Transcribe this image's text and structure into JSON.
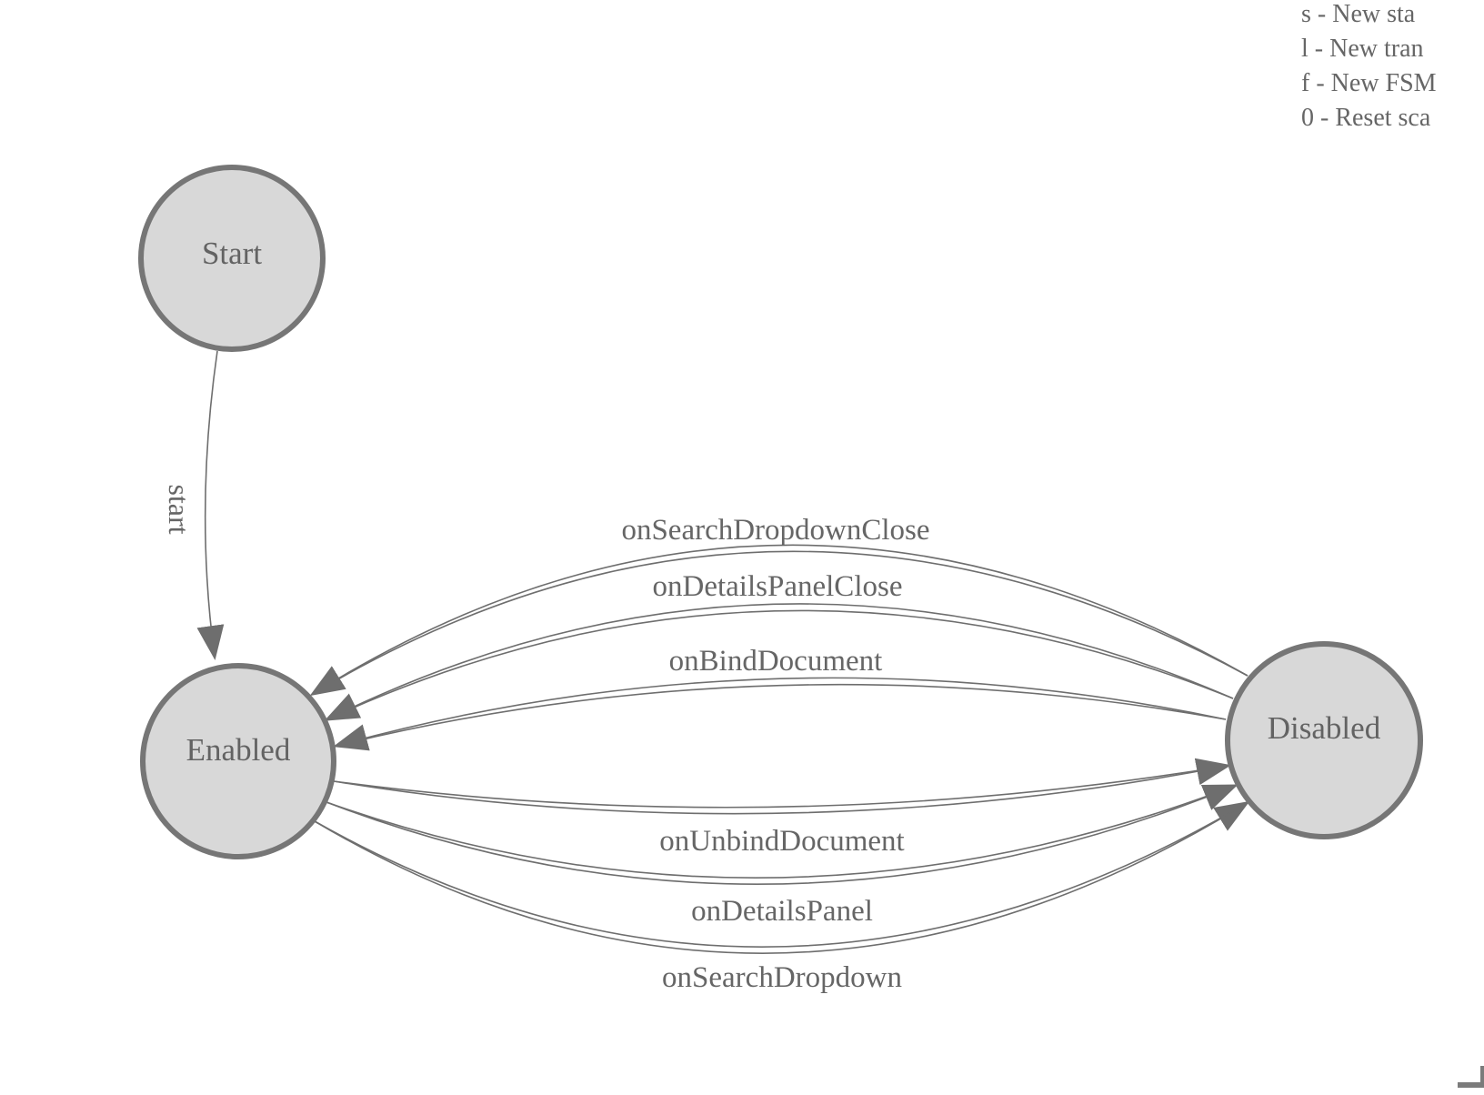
{
  "diagram": {
    "states": [
      {
        "id": "start",
        "label": "Start"
      },
      {
        "id": "enabled",
        "label": "Enabled"
      },
      {
        "id": "disabled",
        "label": "Disabled"
      }
    ],
    "transitions": [
      {
        "label": "start",
        "from": "Start",
        "to": "Enabled"
      },
      {
        "label": "onSearchDropdownClose",
        "from": "Disabled",
        "to": "Enabled"
      },
      {
        "label": "onDetailsPanelClose",
        "from": "Disabled",
        "to": "Enabled"
      },
      {
        "label": "onBindDocument",
        "from": "Disabled",
        "to": "Enabled"
      },
      {
        "label": "onUnbindDocument",
        "from": "Enabled",
        "to": "Disabled"
      },
      {
        "label": "onDetailsPanel",
        "from": "Enabled",
        "to": "Disabled"
      },
      {
        "label": "onSearchDropdown",
        "from": "Enabled",
        "to": "Disabled"
      }
    ]
  },
  "legend": {
    "lines": [
      "s - New sta",
      "l - New tran",
      "f - New FSM",
      "0 - Reset sca"
    ]
  },
  "colors": {
    "state_fill": "#d8d8d8",
    "state_stroke": "#767676",
    "edge_stroke": "#6e6e6e",
    "label_text": "#666666",
    "legend_text": "#666666",
    "corner_piece": "#7b7b7b"
  }
}
